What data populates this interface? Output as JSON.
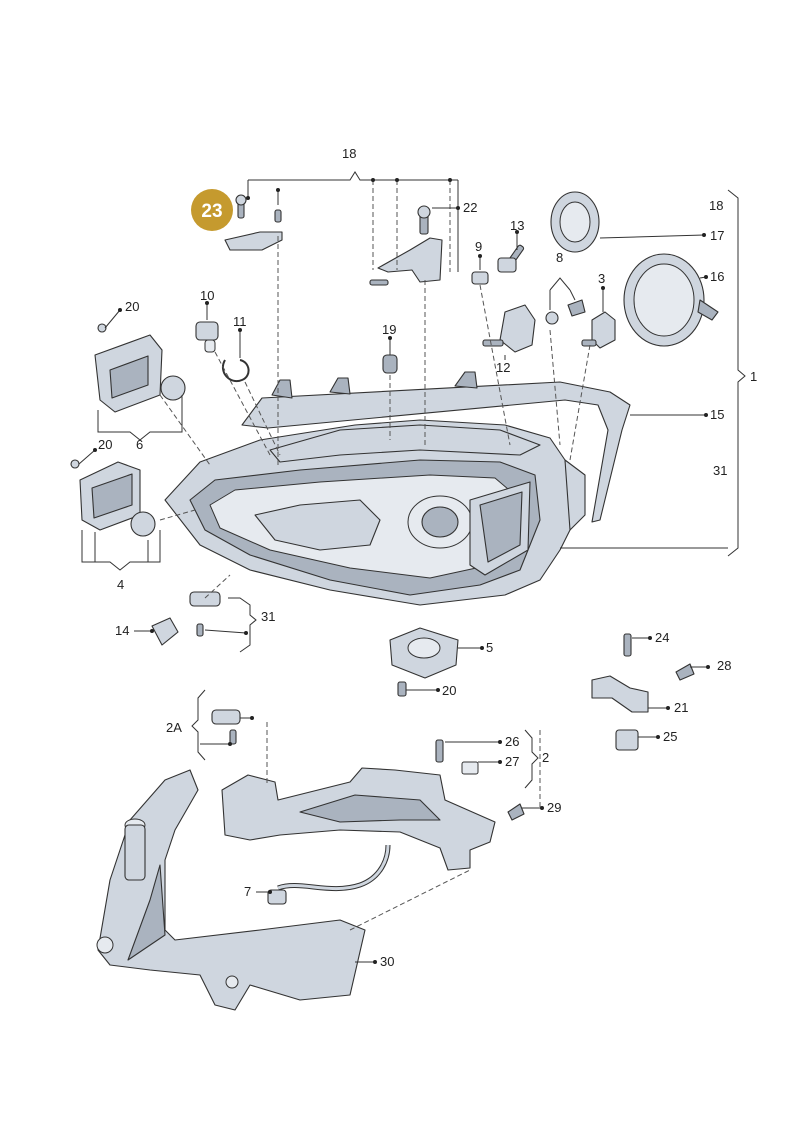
{
  "labels": {
    "l1": "1",
    "l2": "2",
    "l2a": "2A",
    "l3": "3",
    "l4": "4",
    "l5": "5",
    "l6": "6",
    "l7": "7",
    "l8": "8",
    "l9": "9",
    "l10": "10",
    "l11": "11",
    "l12": "12",
    "l13": "13",
    "l14": "14",
    "l15": "15",
    "l16": "16",
    "l17": "17",
    "l18_top": "18",
    "l18_right": "18",
    "l19": "19",
    "l20_a": "20",
    "l20_b": "20",
    "l20_c": "20",
    "l21": "21",
    "l22": "22",
    "l23": "23",
    "l24": "24",
    "l25": "25",
    "l26": "26",
    "l27": "27",
    "l28": "28",
    "l29": "29",
    "l30": "30",
    "l31_a": "31",
    "l31_b": "31"
  },
  "highlight": {
    "badge_color": "#c59a2e",
    "badge_text_color": "#ffffff"
  }
}
